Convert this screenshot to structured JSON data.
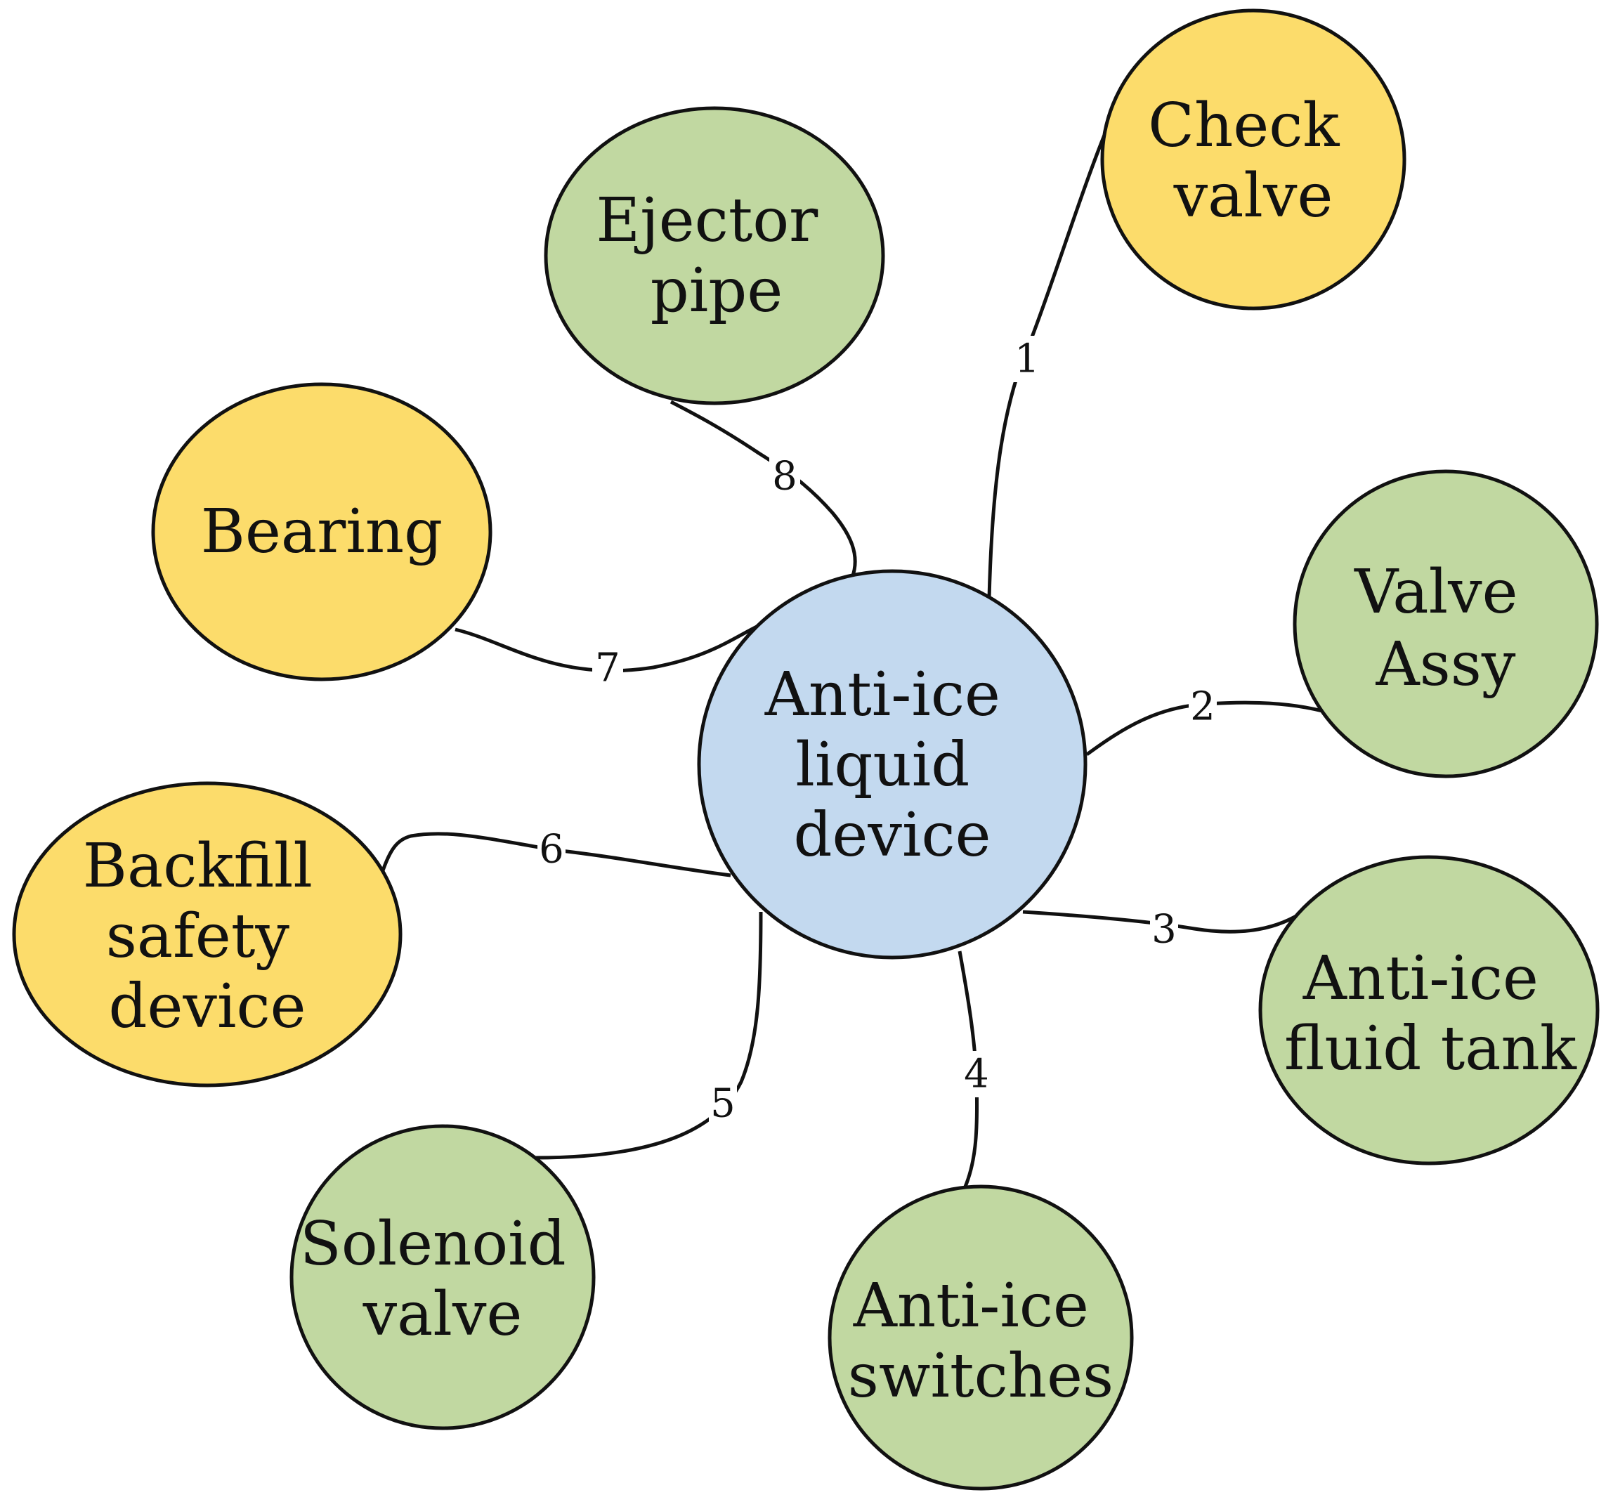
{
  "colors": {
    "center": "#c3d9ef",
    "green": "#c1d8a1",
    "yellow": "#fcdc6b",
    "stroke": "#111111",
    "background": "#ffffff"
  },
  "center": {
    "lines": [
      "Anti-ice",
      "liquid",
      "device"
    ]
  },
  "nodes": [
    {
      "id": "check-valve",
      "lines": [
        "Check",
        "valve"
      ],
      "color": "yellow"
    },
    {
      "id": "valve-assy",
      "lines": [
        "Valve",
        "Assy"
      ],
      "color": "green"
    },
    {
      "id": "anti-ice-fluid-tank",
      "lines": [
        "Anti-ice",
        "fluid tank"
      ],
      "color": "green"
    },
    {
      "id": "anti-ice-switches",
      "lines": [
        "Anti-ice",
        "switches"
      ],
      "color": "green"
    },
    {
      "id": "solenoid-valve",
      "lines": [
        "Solenoid",
        "valve"
      ],
      "color": "green"
    },
    {
      "id": "backfill-safety-device",
      "lines": [
        "Backfill",
        "safety",
        "device"
      ],
      "color": "yellow"
    },
    {
      "id": "bearing",
      "lines": [
        "Bearing"
      ],
      "color": "yellow"
    },
    {
      "id": "ejector-pipe",
      "lines": [
        "Ejector",
        "pipe"
      ],
      "color": "green"
    }
  ],
  "edges": [
    {
      "label": "1",
      "target": "check-valve"
    },
    {
      "label": "2",
      "target": "valve-assy"
    },
    {
      "label": "3",
      "target": "anti-ice-fluid-tank"
    },
    {
      "label": "4",
      "target": "anti-ice-switches"
    },
    {
      "label": "5",
      "target": "solenoid-valve"
    },
    {
      "label": "6",
      "target": "backfill-safety-device"
    },
    {
      "label": "7",
      "target": "bearing"
    },
    {
      "label": "8",
      "target": "ejector-pipe"
    }
  ]
}
